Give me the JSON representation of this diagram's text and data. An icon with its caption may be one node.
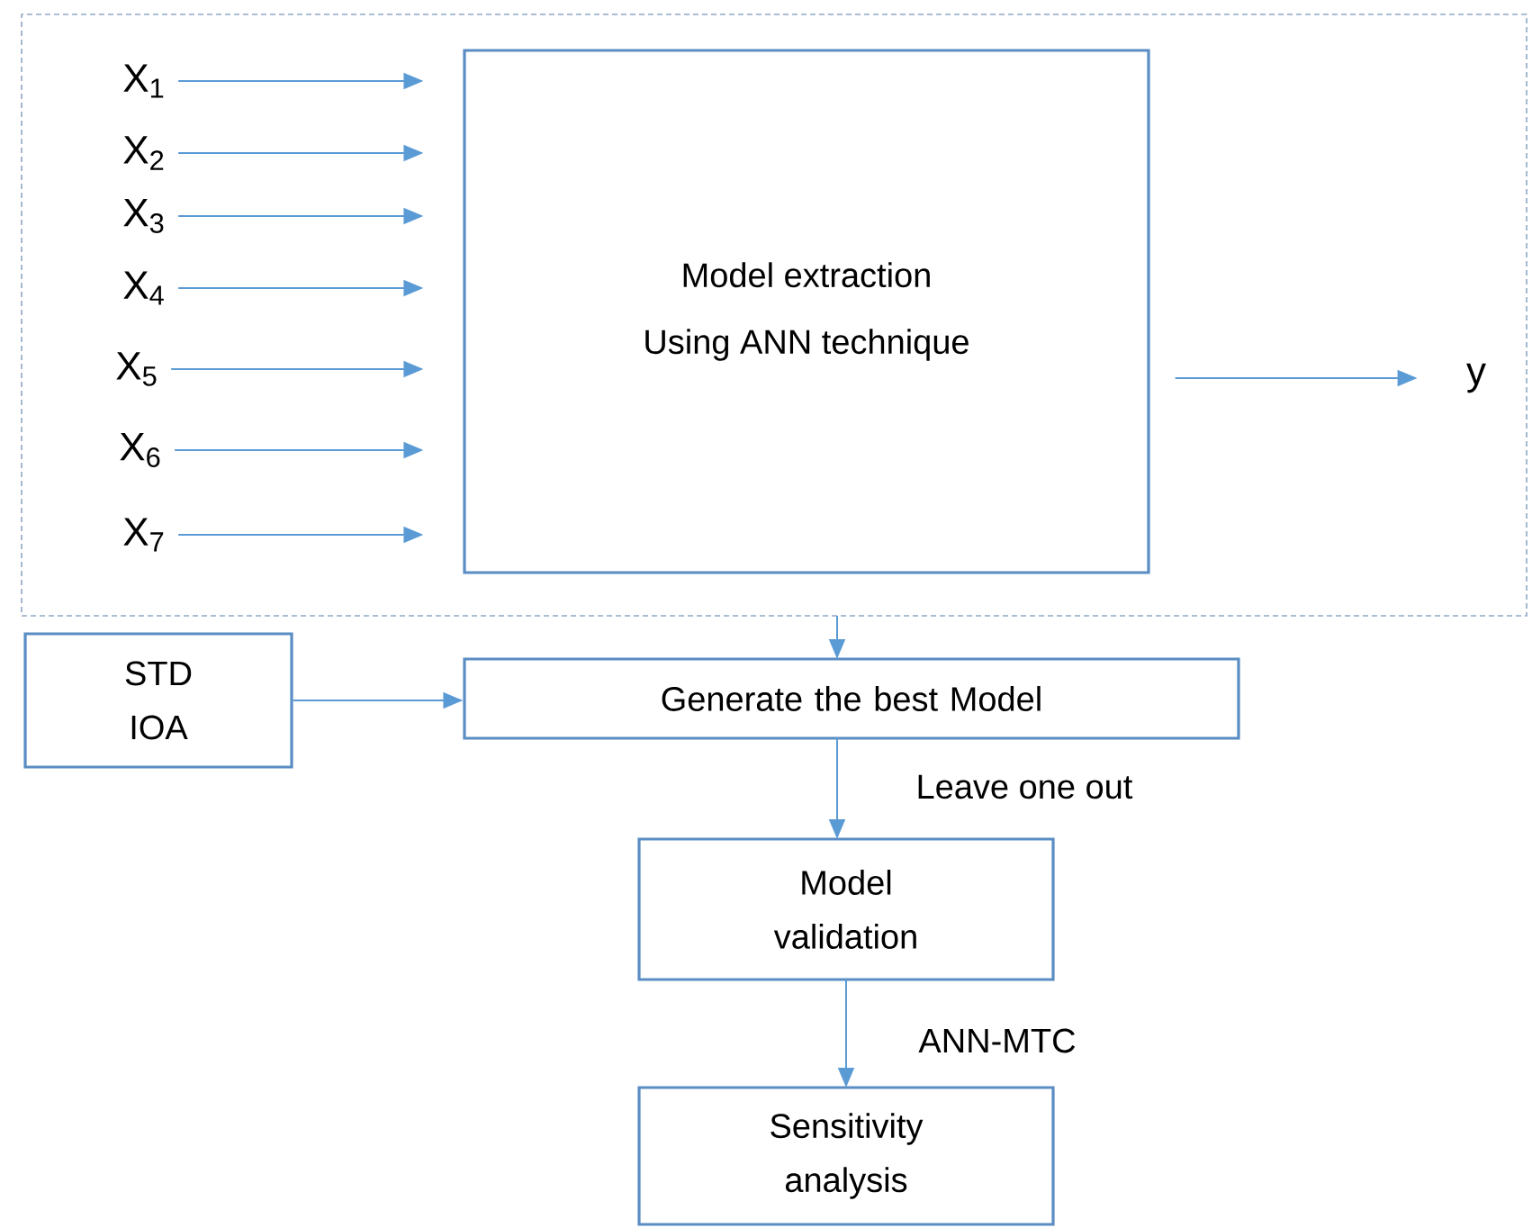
{
  "diagram": {
    "nodes": [
      {
        "text": [],
        "shape": "box"
      },
      {
        "text": [
          "Model extraction",
          "Using ANN technique"
        ],
        "in": 0
      },
      {
        "text": [
          "X$_{1}$"
        ],
        "in": 0
      },
      {
        "text": [
          "X$_{2}$"
        ],
        "in": 0
      },
      {
        "text": [
          "X$_{3}$"
        ],
        "in": 0
      },
      {
        "text": [
          "X$_{4}$"
        ],
        "in": 0
      },
      {
        "text": [
          "X$_{5}$"
        ],
        "in": 0
      },
      {
        "text": [
          "X$_{6}$"
        ],
        "in": 0
      },
      {
        "text": [
          "X$_{7}$"
        ],
        "in": 0
      },
      {
        "text": [
          "y"
        ],
        "in": 0
      },
      {
        "text": [
          "STD IOA"
        ]
      },
      {
        "text": [
          "Generate the best Model"
        ]
      },
      {
        "text": [
          "Model validation"
        ]
      },
      {
        "text": [
          "Sensitivity analysis"
        ]
      }
    ],
    "edges": [
      {
        "from": 2,
        "to": 1,
        "arrow": "to"
      },
      {
        "from": 3,
        "to": 1,
        "arrow": "to"
      },
      {
        "from": 4,
        "to": 1,
        "arrow": "to"
      },
      {
        "from": 5,
        "to": 1,
        "arrow": "to"
      },
      {
        "from": 6,
        "to": 1,
        "arrow": "to"
      },
      {
        "from": 7,
        "to": 1,
        "arrow": "to"
      },
      {
        "from": 8,
        "to": 1,
        "arrow": "to"
      },
      {
        "from": 1,
        "to": 9,
        "arrow": "to"
      },
      {
        "from": 0,
        "to": 11,
        "arrow": "to"
      },
      {
        "from": 10,
        "to": 11,
        "arrow": "to"
      },
      {
        "from": 11,
        "to": 12,
        "arrow": "to",
        "label": "Leave one out"
      },
      {
        "from": 12,
        "to": 13,
        "arrow": "to",
        "label": "ANN-MTC"
      }
    ]
  }
}
